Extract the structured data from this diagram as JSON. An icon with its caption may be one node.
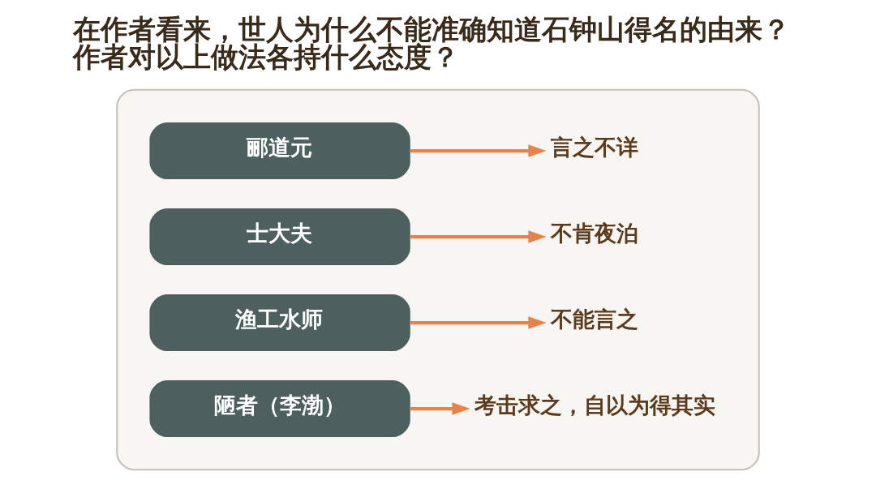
{
  "diagram": {
    "title": "在作者看来，世人为什么不能准确知道石钟山得名的由来？作者对以上做法各持什么态度？",
    "nodes": [
      {
        "text": [],
        "shape": "box"
      },
      {
        "text": [
          "郦道元"
        ],
        "in": 0
      },
      {
        "text": [
          "言之不详"
        ],
        "in": 0
      },
      {
        "text": [
          "士大夫"
        ],
        "in": 0
      },
      {
        "text": [
          "不肯夜泊"
        ],
        "in": 0
      },
      {
        "text": [
          "渔工水师"
        ],
        "in": 0
      },
      {
        "text": [
          "不能言之"
        ],
        "in": 0
      },
      {
        "text": [
          "陋者（李渤）"
        ],
        "in": 0
      },
      {
        "text": [
          "考击求之，自以为得其实"
        ],
        "in": 0
      }
    ],
    "edges": [
      {
        "from": 1,
        "to": 2,
        "arrow": "to"
      },
      {
        "from": 3,
        "to": 4,
        "arrow": "to"
      },
      {
        "from": 5,
        "to": 6,
        "arrow": "to"
      },
      {
        "from": 7,
        "to": 8,
        "arrow": "to"
      }
    ]
  }
}
